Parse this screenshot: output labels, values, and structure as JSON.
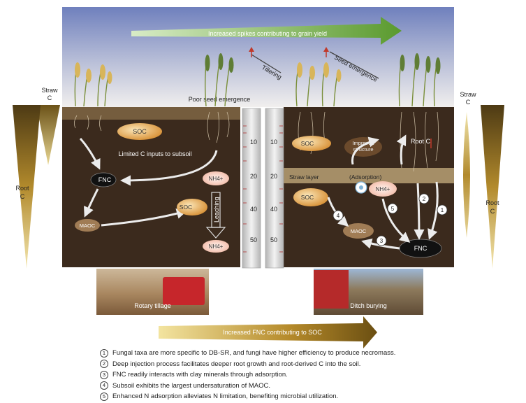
{
  "sky": {
    "top_arrow_label": "Increased spikes contributing to grain yield",
    "tillering_label": "Tillering",
    "seed_emergence_label": "Seed emergence",
    "poor_seed_emergence_label": "Poor seed emergence"
  },
  "left_side_bars": {
    "straw_label": "Straw\nC",
    "root_label": "Root\nC"
  },
  "right_side_bars": {
    "straw_label": "Straw\nC",
    "root_label": "Root\nC"
  },
  "left_panel": {
    "soc_top": "SOC",
    "limited_c": "Limited C inputs to subsoil",
    "fnc": "FNC",
    "nh4": "NH4+",
    "soc_mid": "SOC",
    "leaching": "Leaching",
    "maoc": "MAOC",
    "nh4_bottom": "NH4+"
  },
  "right_panel": {
    "soc_top": "SOC",
    "improved_structure": "Improved structure",
    "root_c": "Root C",
    "straw_layer": "Straw layer",
    "adsorption": "(Adsorption)",
    "soc_mid": "SOC",
    "nh4": "NH4+",
    "maoc": "MAOC",
    "fnc": "FNC",
    "num_1": "1",
    "num_2": "2",
    "num_3": "3",
    "num_4": "4",
    "num_5": "5"
  },
  "ruler": {
    "ticks": [
      "10",
      "20",
      "40",
      "50"
    ]
  },
  "photos": {
    "left_caption": "Rotary tillage",
    "right_caption": "Ditch burying"
  },
  "bottom_arrow_label": "Increased FNC contributing to SOC",
  "legend": [
    {
      "num": "1",
      "text": "Fungal taxa are more specific to DB-SR, and fungi have higher efficiency to produce necromass."
    },
    {
      "num": "2",
      "text": "Deep injection process facilitates deeper root growth and root-derived C into the soil."
    },
    {
      "num": "3",
      "text": "FNC readily interacts with clay minerals through adsorption."
    },
    {
      "num": "4",
      "text": "Subsoil exhibits the largest undersaturation of MAOC."
    },
    {
      "num": "5",
      "text": "Enhanced N adsorption alleviates N limitation, benefiting microbial utilization."
    }
  ],
  "colors": {
    "soil": "#3b2a1d",
    "sky_top": "#6f80bd",
    "sky_bottom": "#f2f0ee",
    "gold": "#b28a2c",
    "green_arrow": "#6ba43a"
  }
}
